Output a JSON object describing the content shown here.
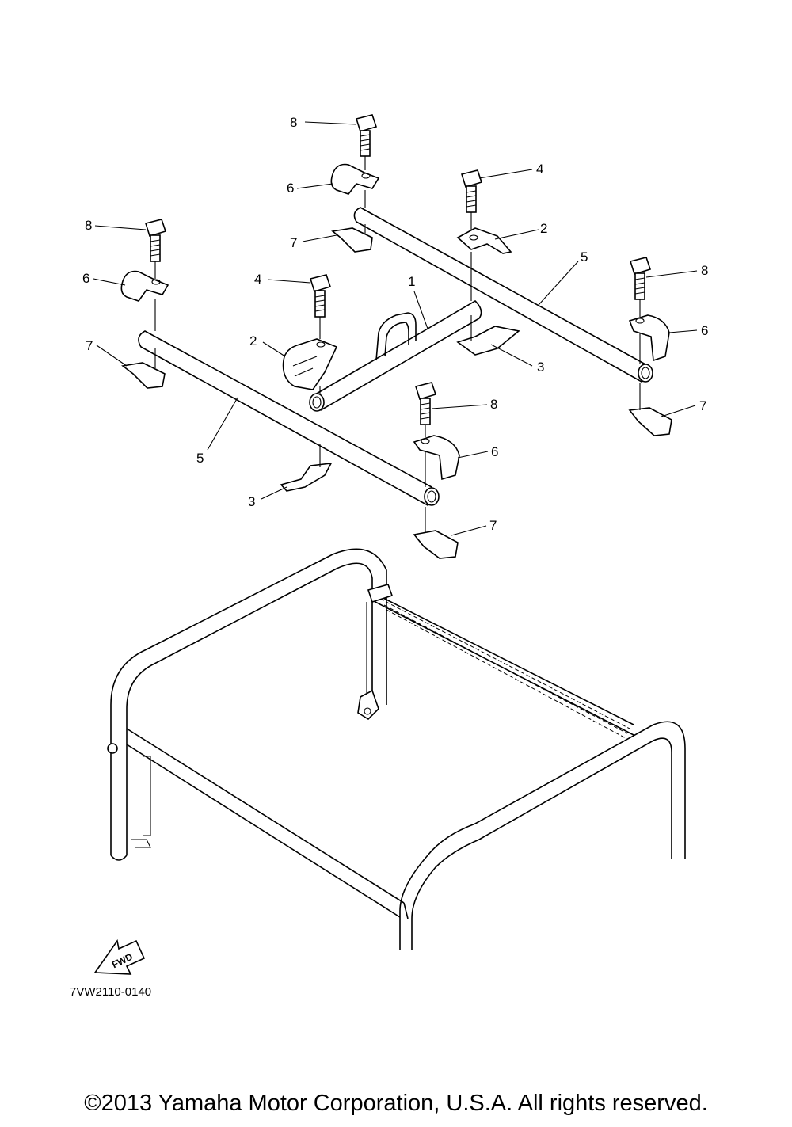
{
  "callouts": {
    "c1": "1",
    "c2a": "2",
    "c2b": "2",
    "c3a": "3",
    "c3b": "3",
    "c4a": "4",
    "c4b": "4",
    "c5a": "5",
    "c5b": "5",
    "c6a": "6",
    "c6b": "6",
    "c6c": "6",
    "c6d": "6",
    "c7a": "7",
    "c7b": "7",
    "c7c": "7",
    "c7d": "7",
    "c8a": "8",
    "c8b": "8",
    "c8c": "8",
    "c8d": "8"
  },
  "fwd_label": "FWD",
  "diagram_code": "7VW2110-0140",
  "copyright": "©2013 Yamaha Motor Corporation, U.S.A. All rights reserved."
}
